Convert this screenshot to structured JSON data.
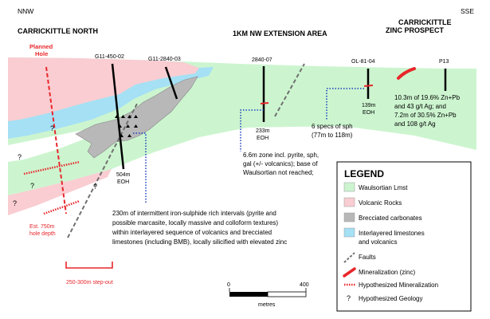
{
  "header": {
    "left_direction": "NNW",
    "right_direction": "SSE",
    "area_north": "CARRICKITTLE NORTH",
    "area_middle": "1KM NW EXTENSION AREA",
    "area_south_line1": "CARRICKITTLE",
    "area_south_line2": "ZINC PROSPECT"
  },
  "planned_hole": {
    "label_line1": "Planned",
    "label_line2": "Hole",
    "depth_line1": "Est. 750m",
    "depth_line2": "hole depth"
  },
  "holes": [
    {
      "id": "G11-450-02",
      "eoh_line1": "504m",
      "eoh_line2": "EOH"
    },
    {
      "id": "G11-2840-03"
    },
    {
      "id": "2840-07",
      "eoh_line1": "233m",
      "eoh_line2": "EOH"
    },
    {
      "id": "OL-81-04",
      "eoh_line1": "139m",
      "eoh_line2": "EOH"
    },
    {
      "id": "P13"
    }
  ],
  "annotations": {
    "zone_2840_07": [
      "6.6m zone incl. pyrite, sph,",
      "gal (+/- volcanics); base of",
      "Waulsortian not reached;"
    ],
    "sph_ol_81_04": [
      "6 specs of sph",
      "(77m to 118m)"
    ],
    "p13_result": [
      "10.3m of 19.6% Zn+Pb",
      "and 43 g/t Ag; and",
      "7.2m of 30.5% Zn+Pb",
      "and 108 g/t Ag"
    ],
    "g11_intervals": [
      "230m of intermittent iron-sulphide rich intervals (pyrite and",
      "possible marcasite, locally massive and colloform textures)",
      "within interlayered sequence of volcanics and brecciated",
      "limestones (including BMB), locally silicified with elevated zinc"
    ]
  },
  "question_mark": "?",
  "step_out": "250-300m step-out",
  "scale": {
    "start": "0",
    "end": "400",
    "unit": "metres"
  },
  "legend": {
    "title": "LEGEND",
    "items": [
      {
        "label": "Waulsortian Lmst"
      },
      {
        "label": "Volcanic Rocks"
      },
      {
        "label": "Brecciated carbonates"
      },
      {
        "label": "Interlayered limestones"
      },
      {
        "label": "and volcanics"
      },
      {
        "label": "Faults"
      },
      {
        "label": "Mineralization (zinc)"
      },
      {
        "label": "Hypothesized Mineralization"
      },
      {
        "label": "Hypothesized Geology"
      }
    ]
  },
  "colors": {
    "waulsortian": "#ccf5cf",
    "volcanic": "#f9cdd2",
    "brecciated": "#b8b8b8",
    "interlayered": "#a5e0f5",
    "mineralization": "#e8262b",
    "drillhole": "#000000",
    "dotted_leader": "#1a3fbf",
    "fault": "#707070"
  }
}
